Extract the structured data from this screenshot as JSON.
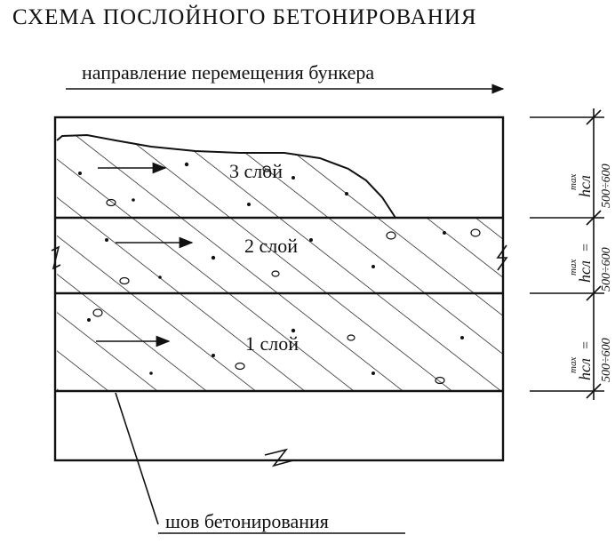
{
  "title": "СХЕМА ПОСЛОЙНОГО БЕТОНИРОВАНИЯ",
  "direction_label": "направление перемещения бункера",
  "layers": [
    {
      "label": "1 слой",
      "dimension": "h_сл^max = 500÷600"
    },
    {
      "label": "2 слой",
      "dimension": "h_сл^max = 500÷600"
    },
    {
      "label": "3 слой",
      "dimension": "h_сл^max = 500÷600"
    }
  ],
  "seam_label": "шов бетонирования",
  "dim_max": "max",
  "dim_h": "hсл",
  "dim_eq": "=",
  "dim_range": "500÷600"
}
